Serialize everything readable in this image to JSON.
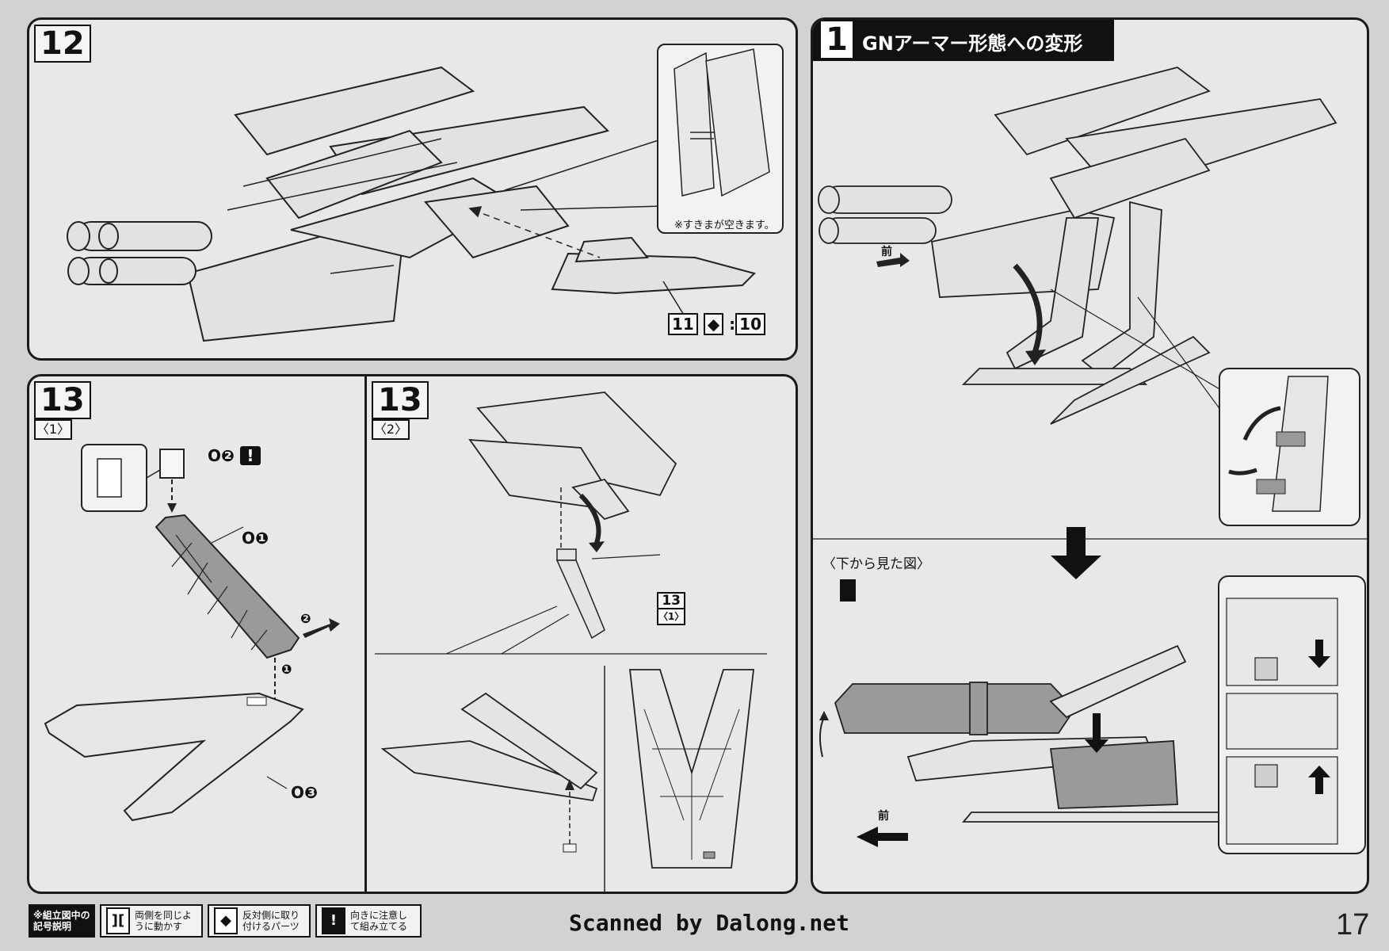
{
  "steps": {
    "s12": {
      "number": "12",
      "note": "※すきまが空きます。",
      "part_ref_a": "11",
      "part_ref_b": "10"
    },
    "s13a": {
      "number": "13",
      "sub": "〈1〉",
      "part1": "O❶",
      "part2": "O❷",
      "part3": "O❸",
      "warn": "!",
      "arrow1": "❶",
      "arrow2": "❷"
    },
    "s13b": {
      "number": "13",
      "sub": "〈2〉",
      "ref_num": "13",
      "ref_sub": "〈1〉"
    },
    "s1": {
      "number": "1",
      "title": "GNアーマー形態への変形",
      "front_label_top": "前",
      "bottom_view": "〈下から見た図〉",
      "front_label_bottom": "前"
    }
  },
  "legend": {
    "heading": "※組立図中の記号説明",
    "items": [
      {
        "icon": "][",
        "text": "両側を同じように動かす"
      },
      {
        "icon": "◆",
        "text": "反対側に取り付けるパーツ"
      },
      {
        "icon": "!",
        "text": "向きに注意して組み立てる"
      }
    ]
  },
  "footer": {
    "credit": "Scanned by Dalong.net",
    "page_number": "17"
  }
}
